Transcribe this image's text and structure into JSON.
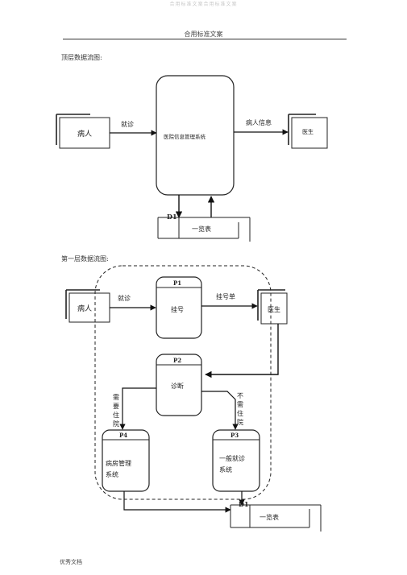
{
  "page": {
    "top_text": "合用标准文案合用标准文案",
    "header": "合用标准文案",
    "footer": "优秀文档"
  },
  "top_level": {
    "title": "顶层数据流图:",
    "patient": "病人",
    "arrow_visit": "就诊",
    "system": "医院信息管理系统",
    "arrow_info": "病人信息",
    "doctor": "医生",
    "store_id": "D1",
    "store": "一览表"
  },
  "first_level": {
    "title": "第一层数据流图:",
    "patient": "病人",
    "arrow_visit": "就诊",
    "p1_id": "P1",
    "p1_name": "挂号",
    "arrow_ticket": "挂号单",
    "doctor": "医生",
    "p2_id": "P2",
    "p2_name": "诊断",
    "left_chars": [
      "需",
      "要",
      "住",
      "院"
    ],
    "right_chars": [
      "不",
      "需",
      "住",
      "院"
    ],
    "p4_id": "P4",
    "p4_line1": "病房管理",
    "p4_line2": "系统",
    "p3_id": "P3",
    "p3_line1": "一般就诊",
    "p3_line2": "系统",
    "store_id": "D1",
    "store": "一览表"
  }
}
